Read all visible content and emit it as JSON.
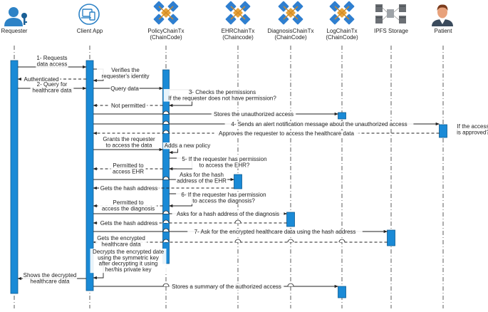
{
  "participants": [
    {
      "id": "requester",
      "label": "Requester",
      "label2": "",
      "icon": "user-key-icon"
    },
    {
      "id": "client",
      "label": "Client App",
      "label2": "",
      "icon": "client-app-icon"
    },
    {
      "id": "policy",
      "label": "PolicyChainTx",
      "label2": "(ChainCode)",
      "icon": "blockchain-icon"
    },
    {
      "id": "ehr",
      "label": "EHRChainTx",
      "label2": "(Chaincode)",
      "icon": "blockchain-icon"
    },
    {
      "id": "diag",
      "label": "DiagnosisChainTx",
      "label2": "(ChainCode)",
      "icon": "blockchain-icon"
    },
    {
      "id": "log",
      "label": "LogChainTx",
      "label2": "(ChainCode)",
      "icon": "blockchain-icon"
    },
    {
      "id": "ipfs",
      "label": "IPFS Storage",
      "label2": "",
      "icon": "ipfs-storage-icon"
    },
    {
      "id": "patient",
      "label": "Patient",
      "label2": "",
      "icon": "patient-icon"
    }
  ],
  "messages": [
    {
      "id": "m1",
      "lines": [
        "1- Requests",
        "data access"
      ]
    },
    {
      "id": "m2",
      "lines": [
        "Verifies the",
        "requester's identity"
      ]
    },
    {
      "id": "m3",
      "lines": [
        "Authenticated"
      ]
    },
    {
      "id": "m4",
      "lines": [
        "2- Query for",
        "healthcare data"
      ]
    },
    {
      "id": "m5",
      "lines": [
        "Query data"
      ]
    },
    {
      "id": "m6",
      "lines": [
        "3- Checks the permissions",
        "If the requester does not have permission?"
      ]
    },
    {
      "id": "m7",
      "lines": [
        "Not permitted"
      ]
    },
    {
      "id": "m8",
      "lines": [
        "Stores the unauthorized access"
      ]
    },
    {
      "id": "m9",
      "lines": [
        "4- Sends an alert notification message about the unauthorized access"
      ]
    },
    {
      "id": "m10",
      "lines": [
        "If the access",
        "is approved?"
      ]
    },
    {
      "id": "m11",
      "lines": [
        "Approves the requester to access the healthcare data"
      ]
    },
    {
      "id": "m12",
      "lines": [
        "Grants the requester",
        "to access the data"
      ]
    },
    {
      "id": "m13",
      "lines": [
        "Adds a new policy"
      ]
    },
    {
      "id": "m14",
      "lines": [
        "5- If the requester has permission",
        "to access the EHR?"
      ]
    },
    {
      "id": "m15",
      "lines": [
        "Permitted to",
        "access EHR"
      ]
    },
    {
      "id": "m16",
      "lines": [
        "Asks for the hash",
        "address of the EHR"
      ]
    },
    {
      "id": "m17",
      "lines": [
        "Gets the hash address"
      ]
    },
    {
      "id": "m18",
      "lines": [
        "6- If the requester has permission",
        "to access the diagnosis?"
      ]
    },
    {
      "id": "m19",
      "lines": [
        "Permitted to",
        "access the diagnosis"
      ]
    },
    {
      "id": "m20",
      "lines": [
        "Asks for a hash address of the diagnosis"
      ]
    },
    {
      "id": "m21",
      "lines": [
        "Gets the hash address"
      ]
    },
    {
      "id": "m22",
      "lines": [
        "7- Ask for the encrypted healthcare data using the hash address"
      ]
    },
    {
      "id": "m23",
      "lines": [
        "Gets the encrypted",
        "healthcare data"
      ]
    },
    {
      "id": "m24",
      "lines": [
        "Decrypts the encrypted date",
        "using the symmetric key",
        "after decrypting it using",
        "her/his private key"
      ]
    },
    {
      "id": "m25",
      "lines": [
        "Shows the decrypted",
        "healthcare data"
      ]
    },
    {
      "id": "m26",
      "lines": [
        "Stores a summary of the authorized access"
      ]
    }
  ],
  "colors": {
    "activation": "#1a8ad6",
    "activation_border": "#0d5b91",
    "line": "#222222",
    "lifeline": "#333333"
  }
}
